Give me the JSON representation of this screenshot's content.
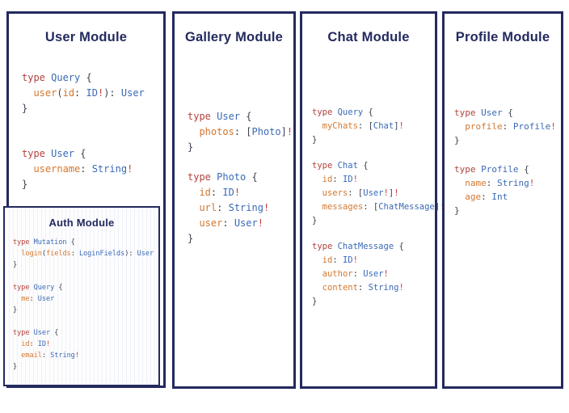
{
  "colors": {
    "navy": "#232a5e",
    "keyword": "#b0423d",
    "typename": "#3a69b5",
    "field": "#d3772f",
    "punctuation": "#3c424e",
    "bang": "#c44038"
  },
  "modules": [
    {
      "title": "User Module",
      "blocks": [
        [
          [
            [
              "type ",
              "k"
            ],
            [
              "Query ",
              "t"
            ],
            [
              "{",
              "p"
            ]
          ],
          [
            [
              "  ",
              "p"
            ],
            [
              "user",
              "f"
            ],
            [
              "(",
              "p"
            ],
            [
              "id",
              "f"
            ],
            [
              ": ",
              "p"
            ],
            [
              "ID",
              "t"
            ],
            [
              "!",
              "b"
            ],
            [
              "): ",
              "p"
            ],
            [
              "User",
              "t"
            ]
          ],
          [
            [
              "}",
              "p"
            ]
          ]
        ],
        [
          [
            [
              "type ",
              "k"
            ],
            [
              "User ",
              "t"
            ],
            [
              "{",
              "p"
            ]
          ],
          [
            [
              "  ",
              "p"
            ],
            [
              "username",
              "f"
            ],
            [
              ": ",
              "p"
            ],
            [
              "String",
              "t"
            ],
            [
              "!",
              "b"
            ]
          ],
          [
            [
              "}",
              "p"
            ]
          ]
        ]
      ]
    },
    {
      "title": "Auth Module",
      "blocks": [
        [
          [
            [
              "type ",
              "k"
            ],
            [
              "Mutation ",
              "t"
            ],
            [
              "{",
              "p"
            ]
          ],
          [
            [
              "  ",
              "p"
            ],
            [
              "login",
              "f"
            ],
            [
              "(",
              "p"
            ],
            [
              "fields",
              "f"
            ],
            [
              ": ",
              "p"
            ],
            [
              "LoginFields",
              "t"
            ],
            [
              "): ",
              "p"
            ],
            [
              "User",
              "t"
            ]
          ],
          [
            [
              "}",
              "p"
            ]
          ]
        ],
        [
          [
            [
              "type ",
              "k"
            ],
            [
              "Query ",
              "t"
            ],
            [
              "{",
              "p"
            ]
          ],
          [
            [
              "  ",
              "p"
            ],
            [
              "me",
              "f"
            ],
            [
              ": ",
              "p"
            ],
            [
              "User",
              "t"
            ]
          ],
          [
            [
              "}",
              "p"
            ]
          ]
        ],
        [
          [
            [
              "type ",
              "k"
            ],
            [
              "User ",
              "t"
            ],
            [
              "{",
              "p"
            ]
          ],
          [
            [
              "  ",
              "p"
            ],
            [
              "id",
              "f"
            ],
            [
              ": ",
              "p"
            ],
            [
              "ID",
              "t"
            ],
            [
              "!",
              "b"
            ]
          ],
          [
            [
              "  ",
              "p"
            ],
            [
              "email",
              "f"
            ],
            [
              ": ",
              "p"
            ],
            [
              "String",
              "t"
            ],
            [
              "!",
              "b"
            ]
          ],
          [
            [
              "}",
              "p"
            ]
          ]
        ]
      ]
    },
    {
      "title": "Gallery Module",
      "blocks": [
        [
          [
            [
              "type ",
              "k"
            ],
            [
              "User ",
              "t"
            ],
            [
              "{",
              "p"
            ]
          ],
          [
            [
              "  ",
              "p"
            ],
            [
              "photos",
              "f"
            ],
            [
              ": ",
              "p"
            ],
            [
              "[",
              "p"
            ],
            [
              "Photo",
              "t"
            ],
            [
              "]",
              "p"
            ],
            [
              "!",
              "b"
            ]
          ],
          [
            [
              "}",
              "p"
            ]
          ]
        ],
        [
          [
            [
              "type ",
              "k"
            ],
            [
              "Photo ",
              "t"
            ],
            [
              "{",
              "p"
            ]
          ],
          [
            [
              "  ",
              "p"
            ],
            [
              "id",
              "f"
            ],
            [
              ": ",
              "p"
            ],
            [
              "ID",
              "t"
            ],
            [
              "!",
              "b"
            ]
          ],
          [
            [
              "  ",
              "p"
            ],
            [
              "url",
              "f"
            ],
            [
              ": ",
              "p"
            ],
            [
              "String",
              "t"
            ],
            [
              "!",
              "b"
            ]
          ],
          [
            [
              "  ",
              "p"
            ],
            [
              "user",
              "f"
            ],
            [
              ": ",
              "p"
            ],
            [
              "User",
              "t"
            ],
            [
              "!",
              "b"
            ]
          ],
          [
            [
              "}",
              "p"
            ]
          ]
        ]
      ]
    },
    {
      "title": "Chat Module",
      "blocks": [
        [
          [
            [
              "type ",
              "k"
            ],
            [
              "Query ",
              "t"
            ],
            [
              "{",
              "p"
            ]
          ],
          [
            [
              "  ",
              "p"
            ],
            [
              "myChats",
              "f"
            ],
            [
              ": ",
              "p"
            ],
            [
              "[",
              "p"
            ],
            [
              "Chat",
              "t"
            ],
            [
              "]",
              "p"
            ],
            [
              "!",
              "b"
            ]
          ],
          [
            [
              "}",
              "p"
            ]
          ]
        ],
        [
          [
            [
              "type ",
              "k"
            ],
            [
              "Chat ",
              "t"
            ],
            [
              "{",
              "p"
            ]
          ],
          [
            [
              "  ",
              "p"
            ],
            [
              "id",
              "f"
            ],
            [
              ": ",
              "p"
            ],
            [
              "ID",
              "t"
            ],
            [
              "!",
              "b"
            ]
          ],
          [
            [
              "  ",
              "p"
            ],
            [
              "users",
              "f"
            ],
            [
              ": ",
              "p"
            ],
            [
              "[",
              "p"
            ],
            [
              "User",
              "t"
            ],
            [
              "!",
              "b"
            ],
            [
              "]",
              "p"
            ],
            [
              "!",
              "b"
            ]
          ],
          [
            [
              "  ",
              "p"
            ],
            [
              "messages",
              "f"
            ],
            [
              ": ",
              "p"
            ],
            [
              "[",
              "p"
            ],
            [
              "ChatMessage",
              "t"
            ],
            [
              "]",
              "p"
            ],
            [
              "!",
              "b"
            ]
          ],
          [
            [
              "}",
              "p"
            ]
          ]
        ],
        [
          [
            [
              "type ",
              "k"
            ],
            [
              "ChatMessage ",
              "t"
            ],
            [
              "{",
              "p"
            ]
          ],
          [
            [
              "  ",
              "p"
            ],
            [
              "id",
              "f"
            ],
            [
              ": ",
              "p"
            ],
            [
              "ID",
              "t"
            ],
            [
              "!",
              "b"
            ]
          ],
          [
            [
              "  ",
              "p"
            ],
            [
              "author",
              "f"
            ],
            [
              ": ",
              "p"
            ],
            [
              "User",
              "t"
            ],
            [
              "!",
              "b"
            ]
          ],
          [
            [
              "  ",
              "p"
            ],
            [
              "content",
              "f"
            ],
            [
              ": ",
              "p"
            ],
            [
              "String",
              "t"
            ],
            [
              "!",
              "b"
            ]
          ],
          [
            [
              "}",
              "p"
            ]
          ]
        ]
      ]
    },
    {
      "title": "Profile Module",
      "blocks": [
        [
          [
            [
              "type ",
              "k"
            ],
            [
              "User ",
              "t"
            ],
            [
              "{",
              "p"
            ]
          ],
          [
            [
              "  ",
              "p"
            ],
            [
              "profile",
              "f"
            ],
            [
              ": ",
              "p"
            ],
            [
              "Profile",
              "t"
            ],
            [
              "!",
              "b"
            ]
          ],
          [
            [
              "}",
              "p"
            ]
          ]
        ],
        [
          [
            [
              "type ",
              "k"
            ],
            [
              "Profile ",
              "t"
            ],
            [
              "{",
              "p"
            ]
          ],
          [
            [
              "  ",
              "p"
            ],
            [
              "name",
              "f"
            ],
            [
              ": ",
              "p"
            ],
            [
              "String",
              "t"
            ],
            [
              "!",
              "b"
            ]
          ],
          [
            [
              "  ",
              "p"
            ],
            [
              "age",
              "f"
            ],
            [
              ": ",
              "p"
            ],
            [
              "Int",
              "t"
            ]
          ],
          [
            [
              "}",
              "p"
            ]
          ]
        ]
      ]
    }
  ]
}
